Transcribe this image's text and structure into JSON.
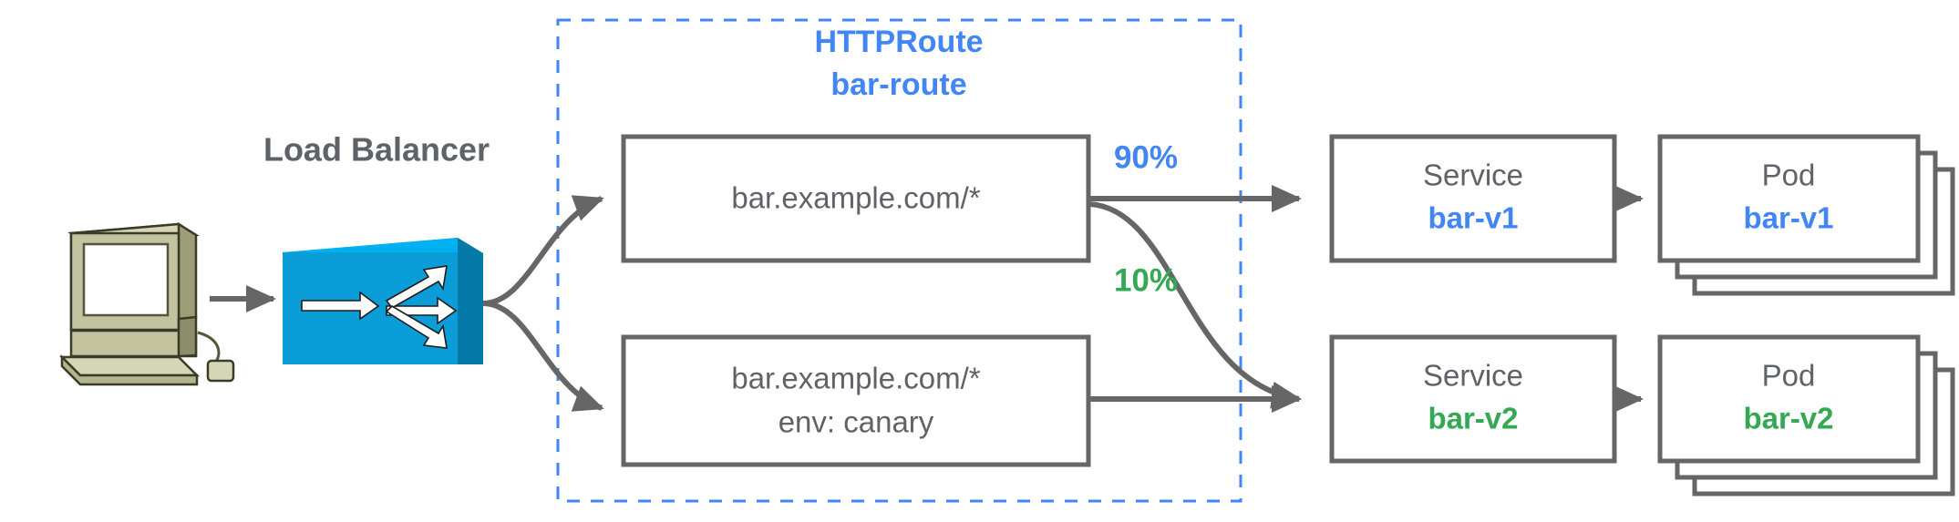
{
  "diagram": {
    "title_group": {
      "kind": "HTTPRoute",
      "name": "bar-route"
    },
    "client": {
      "icon_name": "workstation-icon"
    },
    "load_balancer": {
      "label": "Load Balancer",
      "icon_name": "load-balancer-icon"
    },
    "routes": [
      {
        "id": "route-primary",
        "line1": "bar.example.com/*",
        "line2": ""
      },
      {
        "id": "route-canary",
        "line1": "bar.example.com/*",
        "line2": "env: canary"
      }
    ],
    "weights": [
      {
        "id": "weight-90",
        "label": "90%",
        "color": "#4285f4"
      },
      {
        "id": "weight-10",
        "label": "10%",
        "color": "#34a853"
      }
    ],
    "services": [
      {
        "id": "service-bar-v1",
        "kind": "Service",
        "name": "bar-v1",
        "color": "#4285f4"
      },
      {
        "id": "service-bar-v2",
        "kind": "Service",
        "name": "bar-v2",
        "color": "#34a853"
      }
    ],
    "pods": [
      {
        "id": "pod-bar-v1",
        "kind": "Pod",
        "name": "bar-v1",
        "color": "#4285f4",
        "replicas": 3
      },
      {
        "id": "pod-bar-v2",
        "kind": "Pod",
        "name": "bar-v2",
        "color": "#34a853",
        "replicas": 3
      }
    ],
    "colors": {
      "stroke_gray": "#666666",
      "text_gray": "#5f6368",
      "blue": "#4285f4",
      "green": "#34a853",
      "lb_face": "#0b9dd8",
      "lb_top": "#00b0f0",
      "lb_side": "#0579a8",
      "workstation_body": "#b5b58d",
      "workstation_dark": "#8d8d6b"
    }
  }
}
